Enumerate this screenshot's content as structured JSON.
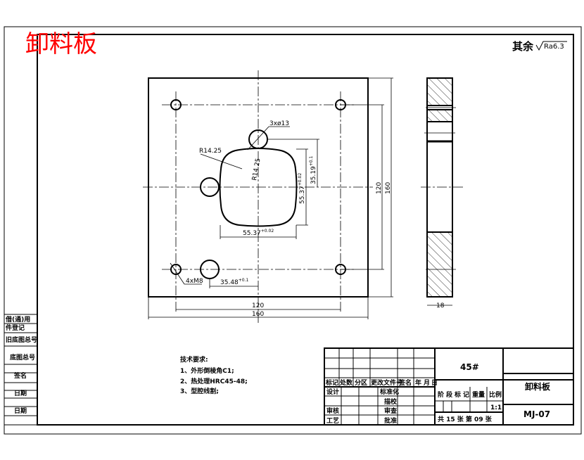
{
  "title_stamp": {
    "text": "卸料板",
    "color": "#ff0000"
  },
  "surface_note": {
    "prefix": "其余",
    "roughness": "Ra6.3"
  },
  "dimensions": {
    "holes_large": "3xø13",
    "holes_thread": "4xM8",
    "radius_outer": "R14.25",
    "radius_inner": "R14.25",
    "cavity_h": "55.37",
    "cavity_h_tol": "+0.02",
    "cavity_v": "55.37",
    "cavity_v_tol": "+0.02",
    "hole_offset_v": "35.19",
    "hole_offset_v_tol": "+0.1",
    "hole_offset_h": "35.48",
    "hole_offset_h_tol": "+0.1",
    "pitch_h": "120",
    "width_h": "160",
    "pitch_v": "120",
    "width_v": "160",
    "thickness": "18"
  },
  "tech_requirements": {
    "heading": "技术要求:",
    "items": [
      "1、外形倒棱角C1;",
      "2、热处理HRC45-48;",
      "3、型腔线割;"
    ]
  },
  "left_strip": [
    "借(通)用",
    "件登记",
    "旧底图总号",
    "底图总号",
    "签名",
    "日期",
    "日期"
  ],
  "title_block": {
    "header_row": [
      "标记",
      "处数",
      "分区",
      "更改文件号",
      "签名",
      "年",
      "月",
      "日"
    ],
    "roles": [
      "设计",
      "",
      "审核",
      "工艺"
    ],
    "roles2": [
      "标准化",
      "描校",
      "审查",
      "批准"
    ],
    "material": "45#",
    "stage_headers": [
      "阶",
      "段",
      "标",
      "记",
      "重量",
      "比例"
    ],
    "scale": "1:1",
    "sheets": "共 15 张   第 09 张",
    "part_name": "卸料板",
    "drawing_no": "MJ-07"
  }
}
